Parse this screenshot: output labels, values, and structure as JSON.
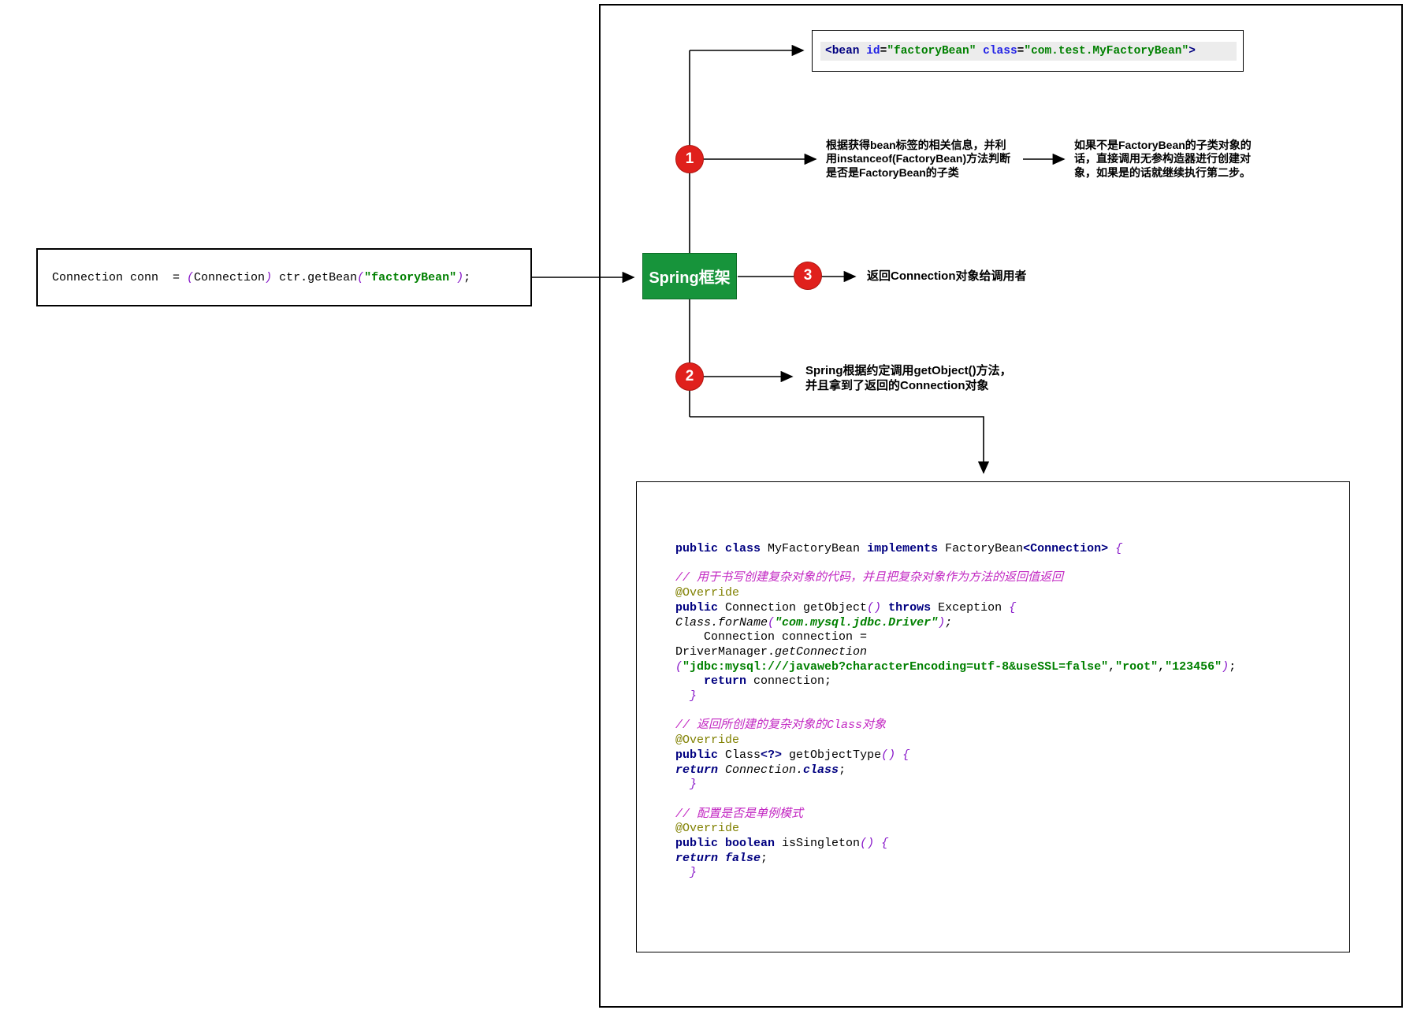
{
  "spring_box": {
    "label": "Spring框架"
  },
  "client_box": {
    "tokens": [
      [
        "n",
        "Connection conn  = "
      ],
      [
        "p",
        "("
      ],
      [
        "n",
        "Connection"
      ],
      [
        "p",
        ")"
      ],
      [
        "n",
        " ctr.getBean"
      ],
      [
        "p",
        "("
      ],
      [
        "s",
        "\"factoryBean\""
      ],
      [
        "p",
        ")"
      ],
      [
        "n",
        ";"
      ]
    ]
  },
  "bean_box": {
    "tokens": [
      [
        "tag",
        "<bean"
      ],
      [
        "n",
        " "
      ],
      [
        "attr",
        "id"
      ],
      [
        "n",
        "="
      ],
      [
        "s",
        "\"factoryBean\""
      ],
      [
        "n",
        " "
      ],
      [
        "attr",
        "class"
      ],
      [
        "n",
        "="
      ],
      [
        "s",
        "\"com.test.MyFactoryBean\""
      ],
      [
        "tag",
        ">"
      ]
    ]
  },
  "steps": {
    "s1": {
      "num": "1",
      "mid_lines": [
        "根据获得bean标签的相关信息，并利",
        "用instanceof(FactoryBean)方法判断",
        "是否是FactoryBean的子类"
      ],
      "right_lines": [
        "如果不是FactoryBean的子类对象的",
        "话，直接调用无参构造器进行创建对",
        "象，如果是的话就继续执行第二步。"
      ]
    },
    "s2": {
      "num": "2",
      "lines": [
        "Spring根据约定调用getObject()方法，",
        "并且拿到了返回的Connection对象"
      ]
    },
    "s3": {
      "num": "3",
      "text": "返回Connection对象给调用者"
    }
  },
  "code_block": {
    "lines": [
      [
        [
          "k",
          "public "
        ],
        [
          "k",
          "class "
        ],
        [
          "n",
          "MyFactoryBean "
        ],
        [
          "k",
          "implements "
        ],
        [
          "n",
          "FactoryBean"
        ],
        [
          "k",
          "<Connection>"
        ],
        [
          "n",
          " "
        ],
        [
          "p",
          "{"
        ]
      ],
      [],
      [
        [
          "c",
          "// 用于书写创建复杂对象的代码，并且把复杂对象作为方法的返回值返回"
        ]
      ],
      [
        [
          "a",
          "@Override"
        ]
      ],
      [
        [
          "k",
          "public "
        ],
        [
          "n",
          "Connection getObject"
        ],
        [
          "p",
          "()"
        ],
        [
          "n",
          " "
        ],
        [
          "k",
          "throws "
        ],
        [
          "n",
          "Exception "
        ],
        [
          "p",
          "{"
        ]
      ],
      [
        [
          "i",
          "Class.forName"
        ],
        [
          "p",
          "("
        ],
        [
          "si",
          "\"com.mysql.jdbc.Driver\""
        ],
        [
          "p",
          ")"
        ],
        [
          "i",
          ";"
        ]
      ],
      [
        [
          "n",
          "    Connection connection ="
        ]
      ],
      [
        [
          "n",
          "DriverManager."
        ],
        [
          "i",
          "getConnection"
        ]
      ],
      [
        [
          "p",
          "("
        ],
        [
          "s",
          "\"jdbc:mysql:///javaweb?characterEncoding=utf-8&useSSL=false\""
        ],
        [
          "n",
          ","
        ],
        [
          "s",
          "\"root\""
        ],
        [
          "n",
          ","
        ],
        [
          "s",
          "\"123456\""
        ],
        [
          "p",
          ")"
        ],
        [
          "n",
          ";"
        ]
      ],
      [
        [
          "n",
          "    "
        ],
        [
          "k",
          "return "
        ],
        [
          "n",
          "connection;"
        ]
      ],
      [
        [
          "p",
          "  }"
        ]
      ],
      [],
      [
        [
          "c",
          "// 返回所创建的复杂对象的Class对象"
        ]
      ],
      [
        [
          "a",
          "@Override"
        ]
      ],
      [
        [
          "k",
          "public "
        ],
        [
          "n",
          "Class"
        ],
        [
          "k",
          "<?>"
        ],
        [
          "n",
          " getObjectType"
        ],
        [
          "p",
          "()"
        ],
        [
          "n",
          " "
        ],
        [
          "p",
          "{"
        ]
      ],
      [
        [
          "ki",
          "return "
        ],
        [
          "i",
          "Connection."
        ],
        [
          "ki",
          "class"
        ],
        [
          "n",
          ";"
        ]
      ],
      [
        [
          "p",
          "  }"
        ]
      ],
      [],
      [
        [
          "c",
          "// 配置是否是单例模式"
        ]
      ],
      [
        [
          "a",
          "@Override"
        ]
      ],
      [
        [
          "k",
          "public "
        ],
        [
          "k",
          "boolean "
        ],
        [
          "n",
          "isSingleton"
        ],
        [
          "p",
          "()"
        ],
        [
          "n",
          " "
        ],
        [
          "p",
          "{"
        ]
      ],
      [
        [
          "ki",
          "return "
        ],
        [
          "ki",
          "false"
        ],
        [
          "n",
          ";"
        ]
      ],
      [
        [
          "p",
          "  }"
        ]
      ]
    ]
  },
  "colors": {
    "spring_green": "#17943b",
    "badge_red": "#e0201c",
    "keyword_navy": "#000080",
    "string_green": "#008000",
    "comment_magenta": "#c226c2",
    "punct_purple": "#8818c9",
    "annotation_olive": "#808000",
    "attr_blue": "#2222e6",
    "bean_line_bg": "#ececec"
  }
}
